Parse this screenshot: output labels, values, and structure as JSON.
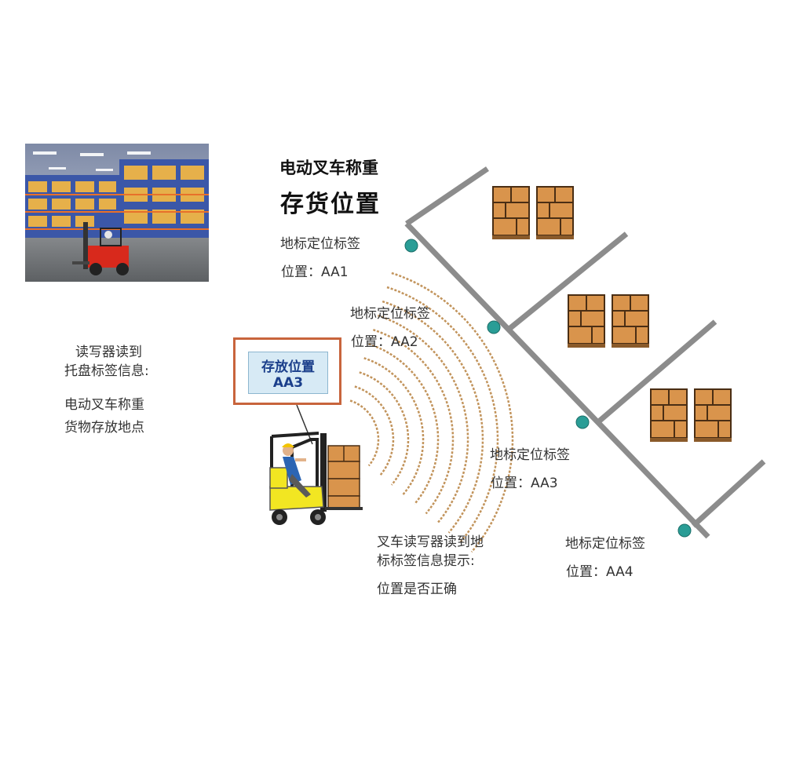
{
  "header": {
    "line1": "电动叉车称重",
    "line2": "存货位置"
  },
  "tags": [
    {
      "label": "地标定位标签",
      "position": "位置：AA1"
    },
    {
      "label": "地标定位标签",
      "position": "位置：AA2"
    },
    {
      "label": "地标定位标签",
      "position": "位置：AA3"
    },
    {
      "label": "地标定位标签",
      "position": "位置：AA4"
    }
  ],
  "left_text": {
    "reader_line1": "读写器读到",
    "reader_line2": "托盘标签信息:",
    "weigh": "电动叉车称重",
    "goods_location": "货物存放地点"
  },
  "storage_box": {
    "title": "存放位置",
    "code": "AA3"
  },
  "bottom_text": {
    "line1": "叉车读写器读到地",
    "line2": "标标签信息提示:",
    "line3": "位置是否正确"
  },
  "colors": {
    "rack_line": "#8c8c8c",
    "tag_dot": "#2a9d96",
    "pallet_box": "#d9944c",
    "pallet_border": "#4a2e14",
    "wave": "#c2945c",
    "forklift": "#f2e622",
    "storage_border": "#c8643c",
    "storage_fill": "#d7eaf5",
    "storage_text": "#1b3f8b"
  }
}
